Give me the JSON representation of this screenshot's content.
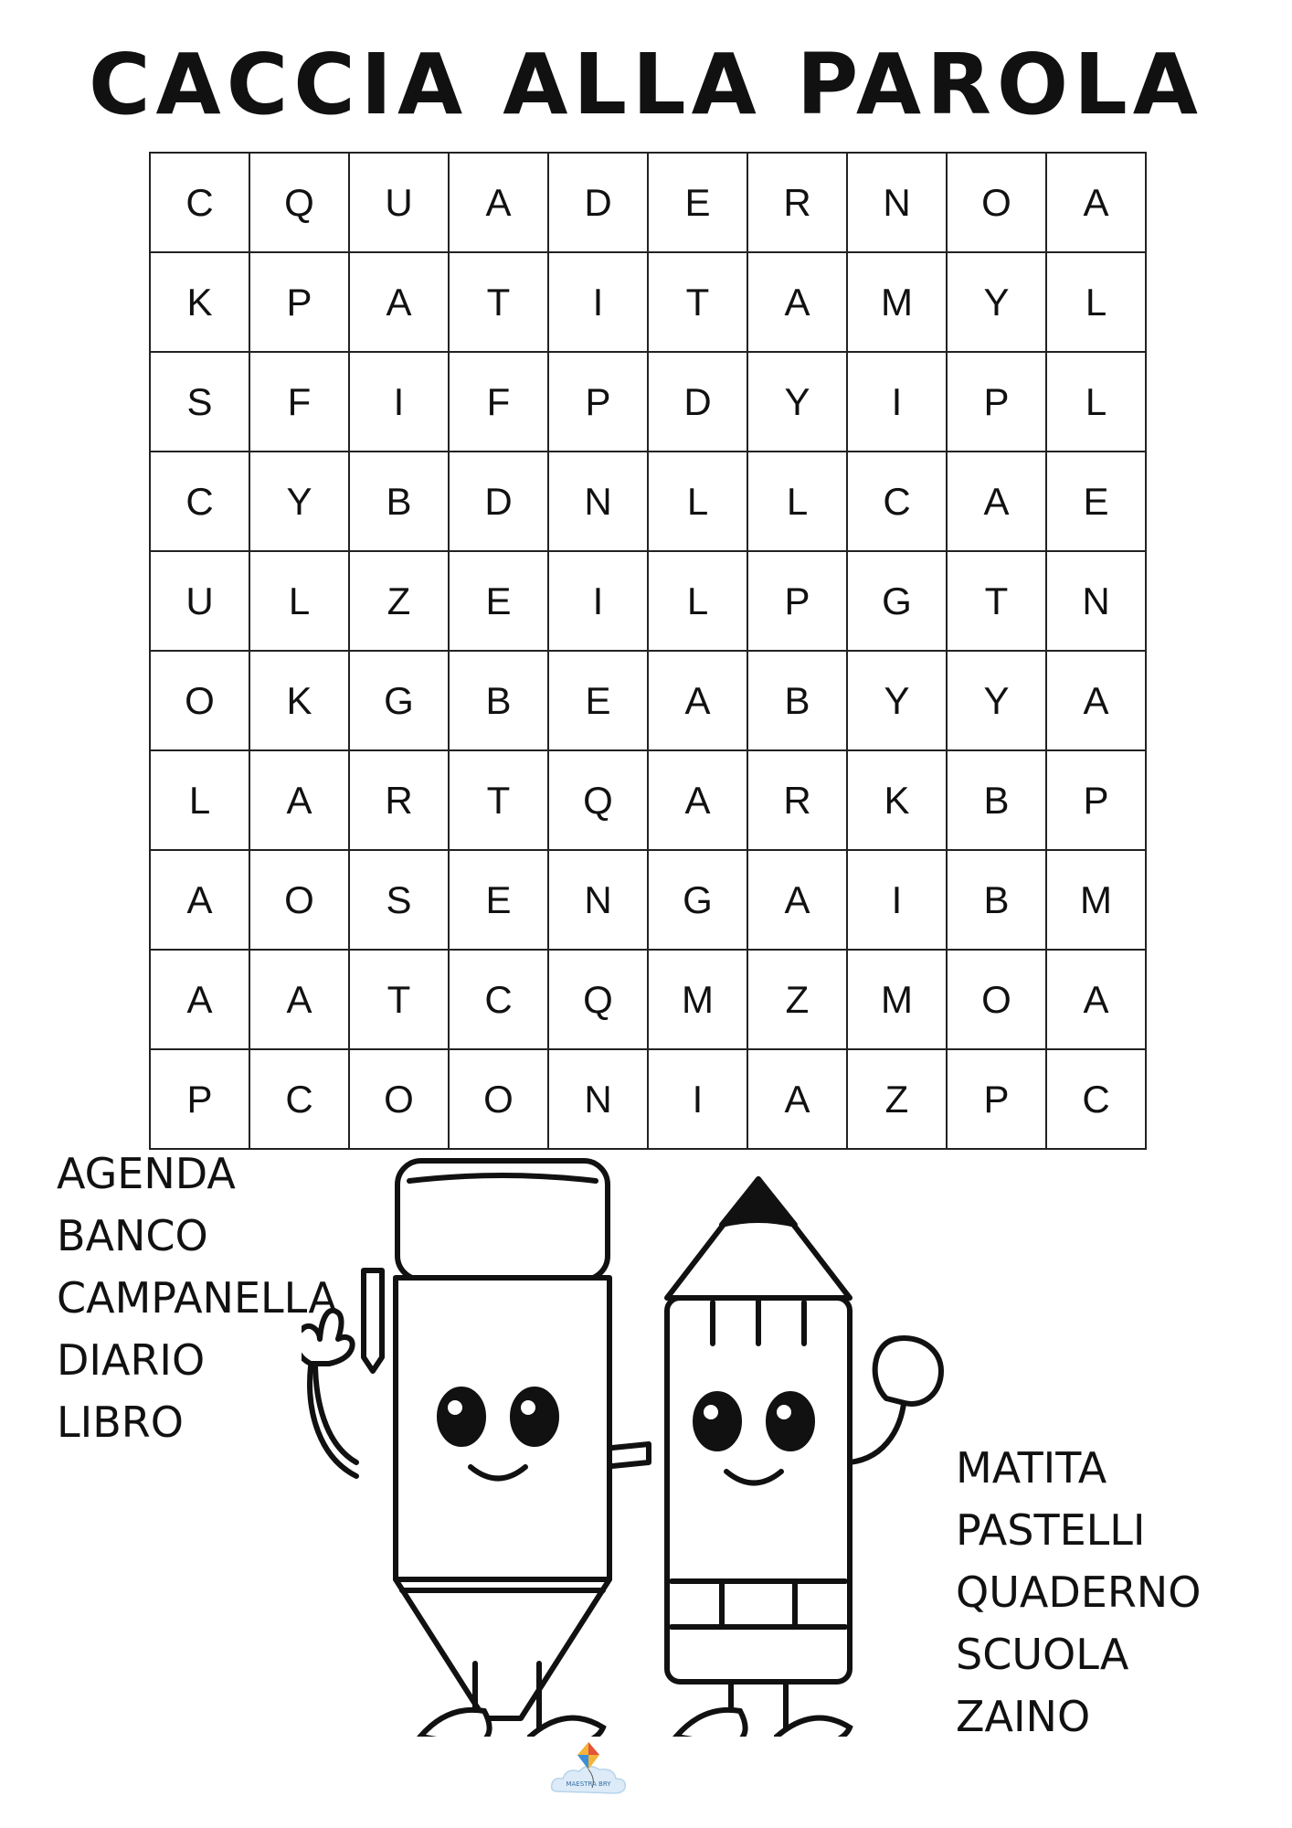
{
  "title": "CACCIA ALLA PAROLA",
  "grid": [
    [
      "C",
      "Q",
      "U",
      "A",
      "D",
      "E",
      "R",
      "N",
      "O",
      "A"
    ],
    [
      "K",
      "P",
      "A",
      "T",
      "I",
      "T",
      "A",
      "M",
      "Y",
      "L"
    ],
    [
      "S",
      "F",
      "I",
      "F",
      "P",
      "D",
      "Y",
      "I",
      "P",
      "L"
    ],
    [
      "C",
      "Y",
      "B",
      "D",
      "N",
      "L",
      "L",
      "C",
      "A",
      "E"
    ],
    [
      "U",
      "L",
      "Z",
      "E",
      "I",
      "L",
      "P",
      "G",
      "T",
      "N"
    ],
    [
      "O",
      "K",
      "G",
      "B",
      "E",
      "A",
      "B",
      "Y",
      "Y",
      "A"
    ],
    [
      "L",
      "A",
      "R",
      "T",
      "Q",
      "A",
      "R",
      "K",
      "B",
      "P"
    ],
    [
      "A",
      "O",
      "S",
      "E",
      "N",
      "G",
      "A",
      "I",
      "B",
      "M"
    ],
    [
      "A",
      "A",
      "T",
      "C",
      "Q",
      "M",
      "Z",
      "M",
      "O",
      "A"
    ],
    [
      "P",
      "C",
      "O",
      "O",
      "N",
      "I",
      "A",
      "Z",
      "P",
      "C"
    ]
  ],
  "words_left": [
    "AGENDA",
    "BANCO",
    "CAMPANELLA",
    "DIARIO",
    "LIBRO"
  ],
  "words_right": [
    "MATITA",
    "PASTELLI",
    "QUADERNO",
    "SCUOLA",
    "ZAINO"
  ],
  "logo": {
    "text": "MAESTRA BRY",
    "icon": "kite-on-cloud-icon"
  },
  "illustration": {
    "icon": "marker-and-pencil-characters-icon"
  }
}
